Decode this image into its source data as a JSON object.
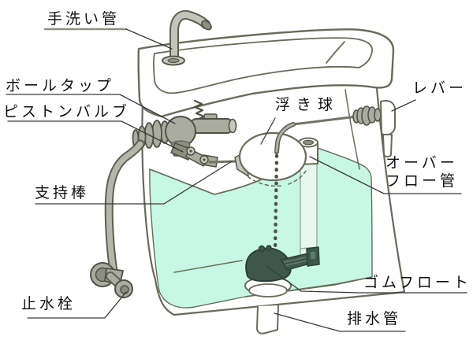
{
  "diagram": {
    "labels": {
      "hand_wash_pipe": "手洗い管",
      "ball_tap": "ボールタップ",
      "piston_valve": "ピストンバルブ",
      "float_ball": "浮き球",
      "lever": "レバー",
      "overflow_pipe_line1": "オーバー",
      "overflow_pipe_line2": "フロー管",
      "support_rod": "支持棒",
      "rubber_float": "ゴムフロート",
      "stop_valve": "止水栓",
      "drain_pipe": "排水管"
    },
    "colors": {
      "background": "#ffffff",
      "water": "#c7f8e5",
      "outline": "#676c58",
      "dark_outline": "#4e5243",
      "mechanism_gray": "#a9ac9f",
      "mechanism_mid": "#8b8f80",
      "mechanism_light": "#c6c8bd",
      "flapper_dark": "#3e574c",
      "submerged_pipe": "#e7f8ee",
      "leader_line": "#3a3a35",
      "label_text": "#111111"
    }
  }
}
